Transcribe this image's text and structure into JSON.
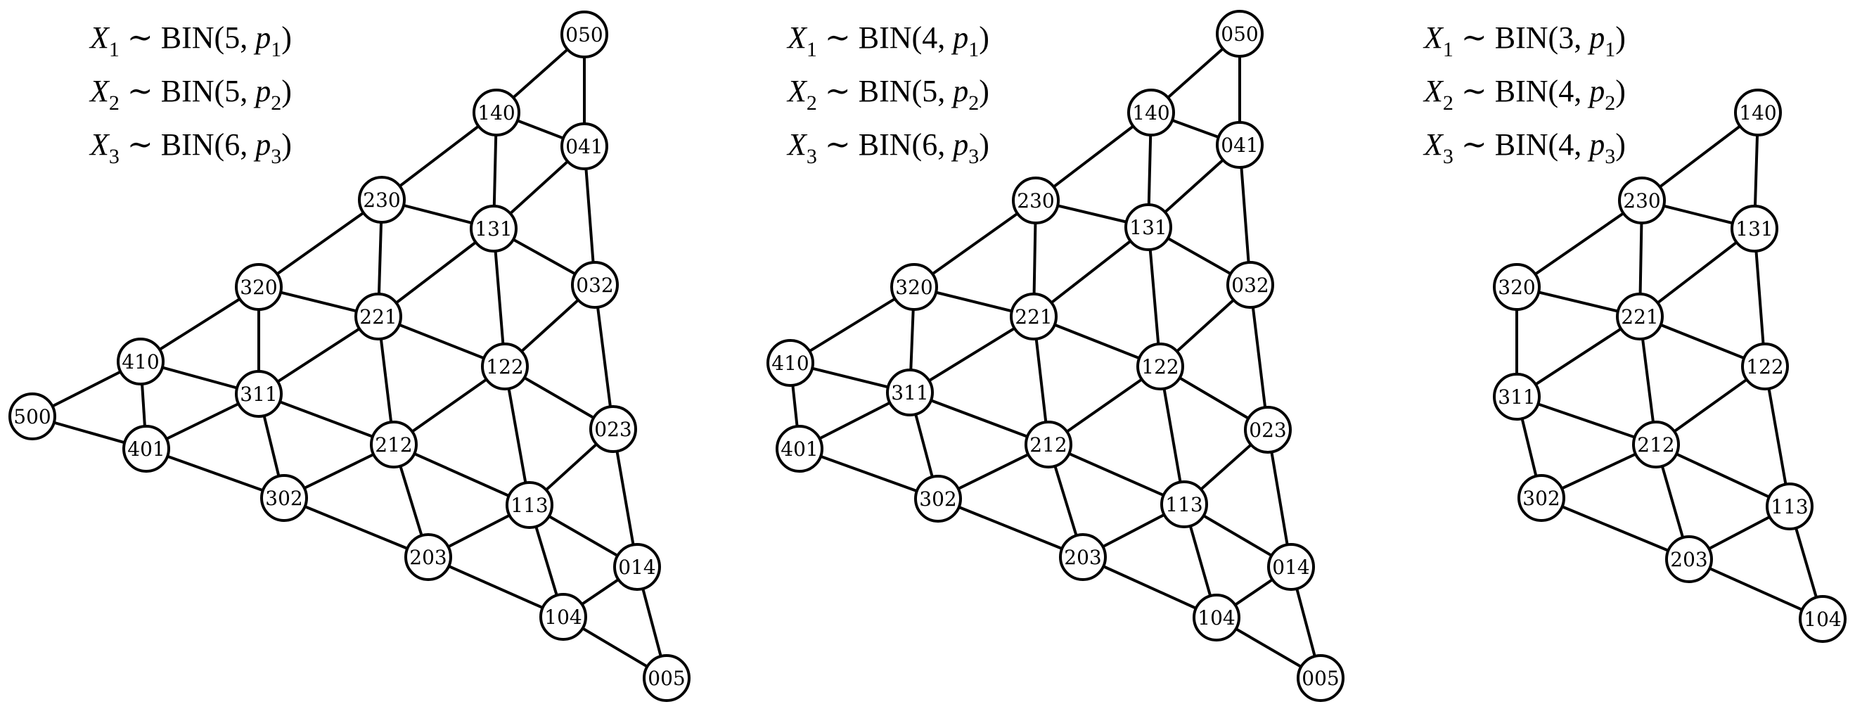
{
  "panels": [
    {
      "formulas": [
        {
          "var": "X",
          "sub": "1",
          "rel": "∼",
          "dist": "BIN(5, ",
          "param": "p",
          "psub": "1",
          "close": ")"
        },
        {
          "var": "X",
          "sub": "2",
          "rel": "∼",
          "dist": "BIN(5, ",
          "param": "p",
          "psub": "2",
          "close": ")"
        },
        {
          "var": "X",
          "sub": "3",
          "rel": "∼",
          "dist": "BIN(6, ",
          "param": "p",
          "psub": "3",
          "close": ")"
        }
      ],
      "nodes": [
        "050",
        "140",
        "041",
        "230",
        "131",
        "032",
        "320",
        "221",
        "122",
        "023",
        "410",
        "311",
        "212",
        "113",
        "014",
        "500",
        "401",
        "302",
        "203",
        "104",
        "005"
      ],
      "edges": [
        [
          "050",
          "140"
        ],
        [
          "050",
          "041"
        ],
        [
          "140",
          "041"
        ],
        [
          "140",
          "230"
        ],
        [
          "140",
          "131"
        ],
        [
          "041",
          "131"
        ],
        [
          "041",
          "032"
        ],
        [
          "230",
          "320"
        ],
        [
          "230",
          "131"
        ],
        [
          "230",
          "221"
        ],
        [
          "131",
          "221"
        ],
        [
          "131",
          "122"
        ],
        [
          "131",
          "032"
        ],
        [
          "032",
          "122"
        ],
        [
          "032",
          "023"
        ],
        [
          "320",
          "410"
        ],
        [
          "320",
          "221"
        ],
        [
          "320",
          "311"
        ],
        [
          "221",
          "311"
        ],
        [
          "221",
          "212"
        ],
        [
          "221",
          "122"
        ],
        [
          "122",
          "212"
        ],
        [
          "122",
          "113"
        ],
        [
          "122",
          "023"
        ],
        [
          "023",
          "113"
        ],
        [
          "023",
          "014"
        ],
        [
          "410",
          "500"
        ],
        [
          "410",
          "311"
        ],
        [
          "410",
          "401"
        ],
        [
          "311",
          "401"
        ],
        [
          "311",
          "302"
        ],
        [
          "311",
          "212"
        ],
        [
          "212",
          "302"
        ],
        [
          "212",
          "203"
        ],
        [
          "212",
          "113"
        ],
        [
          "113",
          "203"
        ],
        [
          "113",
          "104"
        ],
        [
          "113",
          "014"
        ],
        [
          "014",
          "104"
        ],
        [
          "014",
          "005"
        ],
        [
          "500",
          "401"
        ],
        [
          "401",
          "302"
        ],
        [
          "302",
          "203"
        ],
        [
          "203",
          "104"
        ],
        [
          "104",
          "005"
        ]
      ]
    },
    {
      "formulas": [
        {
          "var": "X",
          "sub": "1",
          "rel": "∼",
          "dist": "BIN(4, ",
          "param": "p",
          "psub": "1",
          "close": ")"
        },
        {
          "var": "X",
          "sub": "2",
          "rel": "∼",
          "dist": "BIN(5, ",
          "param": "p",
          "psub": "2",
          "close": ")"
        },
        {
          "var": "X",
          "sub": "3",
          "rel": "∼",
          "dist": "BIN(6, ",
          "param": "p",
          "psub": "3",
          "close": ")"
        }
      ],
      "nodes": [
        "050",
        "140",
        "041",
        "230",
        "131",
        "032",
        "320",
        "221",
        "122",
        "023",
        "410",
        "311",
        "212",
        "113",
        "014",
        "401",
        "302",
        "203",
        "104",
        "005"
      ],
      "edges": [
        [
          "050",
          "140"
        ],
        [
          "050",
          "041"
        ],
        [
          "140",
          "041"
        ],
        [
          "140",
          "230"
        ],
        [
          "140",
          "131"
        ],
        [
          "041",
          "131"
        ],
        [
          "041",
          "032"
        ],
        [
          "230",
          "320"
        ],
        [
          "230",
          "131"
        ],
        [
          "230",
          "221"
        ],
        [
          "131",
          "221"
        ],
        [
          "131",
          "122"
        ],
        [
          "131",
          "032"
        ],
        [
          "032",
          "122"
        ],
        [
          "032",
          "023"
        ],
        [
          "320",
          "410"
        ],
        [
          "320",
          "221"
        ],
        [
          "320",
          "311"
        ],
        [
          "221",
          "311"
        ],
        [
          "221",
          "212"
        ],
        [
          "221",
          "122"
        ],
        [
          "122",
          "212"
        ],
        [
          "122",
          "113"
        ],
        [
          "122",
          "023"
        ],
        [
          "023",
          "113"
        ],
        [
          "023",
          "014"
        ],
        [
          "410",
          "311"
        ],
        [
          "410",
          "401"
        ],
        [
          "311",
          "401"
        ],
        [
          "311",
          "302"
        ],
        [
          "311",
          "212"
        ],
        [
          "212",
          "302"
        ],
        [
          "212",
          "203"
        ],
        [
          "212",
          "113"
        ],
        [
          "113",
          "203"
        ],
        [
          "113",
          "104"
        ],
        [
          "113",
          "014"
        ],
        [
          "014",
          "104"
        ],
        [
          "014",
          "005"
        ],
        [
          "401",
          "302"
        ],
        [
          "302",
          "203"
        ],
        [
          "203",
          "104"
        ],
        [
          "104",
          "005"
        ]
      ]
    },
    {
      "formulas": [
        {
          "var": "X",
          "sub": "1",
          "rel": "∼",
          "dist": "BIN(3, ",
          "param": "p",
          "psub": "1",
          "close": ")"
        },
        {
          "var": "X",
          "sub": "2",
          "rel": "∼",
          "dist": "BIN(4, ",
          "param": "p",
          "psub": "2",
          "close": ")"
        },
        {
          "var": "X",
          "sub": "3",
          "rel": "∼",
          "dist": "BIN(4, ",
          "param": "p",
          "psub": "3",
          "close": ")"
        }
      ],
      "nodes": [
        "140",
        "230",
        "131",
        "320",
        "221",
        "122",
        "311",
        "212",
        "113",
        "302",
        "203",
        "104"
      ],
      "edges": [
        [
          "140",
          "230"
        ],
        [
          "140",
          "131"
        ],
        [
          "230",
          "320"
        ],
        [
          "230",
          "131"
        ],
        [
          "230",
          "221"
        ],
        [
          "131",
          "221"
        ],
        [
          "131",
          "122"
        ],
        [
          "320",
          "221"
        ],
        [
          "320",
          "311"
        ],
        [
          "221",
          "311"
        ],
        [
          "221",
          "212"
        ],
        [
          "221",
          "122"
        ],
        [
          "122",
          "212"
        ],
        [
          "122",
          "113"
        ],
        [
          "311",
          "302"
        ],
        [
          "311",
          "212"
        ],
        [
          "212",
          "302"
        ],
        [
          "212",
          "203"
        ],
        [
          "212",
          "113"
        ],
        [
          "113",
          "203"
        ],
        [
          "113",
          "104"
        ],
        [
          "302",
          "203"
        ],
        [
          "203",
          "104"
        ]
      ]
    }
  ]
}
